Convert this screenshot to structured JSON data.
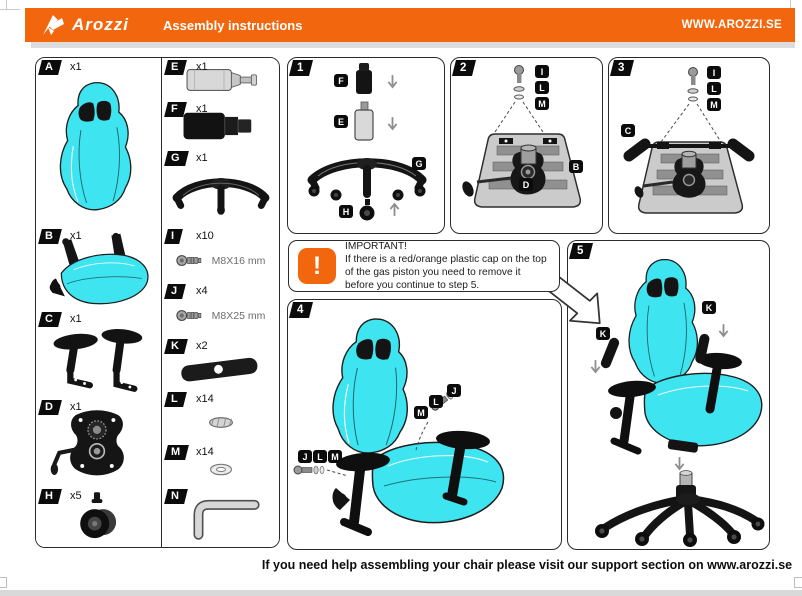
{
  "header": {
    "brand": "Arozzi",
    "title": "Assembly instructions",
    "website": "WWW.AROZZI.SE"
  },
  "colors": {
    "accent_orange": "#F2670E",
    "chair_cyan": "#3FE4F1"
  },
  "parts_left": [
    {
      "label": "A",
      "qty": "x1",
      "item": "backrest"
    },
    {
      "label": "B",
      "qty": "x1",
      "item": "seat"
    },
    {
      "label": "C",
      "qty": "x1",
      "item": "armrests"
    },
    {
      "label": "D",
      "qty": "x1",
      "item": "tilt-mechanism"
    },
    {
      "label": "H",
      "qty": "x5",
      "item": "caster-wheel"
    }
  ],
  "parts_right": [
    {
      "label": "E",
      "qty": "x1",
      "item": "gas-piston"
    },
    {
      "label": "F",
      "qty": "x1",
      "item": "piston-cover"
    },
    {
      "label": "G",
      "qty": "x1",
      "item": "base-frame"
    },
    {
      "label": "I",
      "qty": "x10",
      "spec": "M8X16 mm",
      "item": "screw"
    },
    {
      "label": "J",
      "qty": "x4",
      "spec": "M8X25 mm",
      "item": "screw"
    },
    {
      "label": "K",
      "qty": "x2",
      "item": "side-cover"
    },
    {
      "label": "L",
      "qty": "x14",
      "item": "spring-washer"
    },
    {
      "label": "M",
      "qty": "x14",
      "item": "flat-washer"
    },
    {
      "label": "N",
      "qty": "",
      "item": "allen-key"
    }
  ],
  "steps": {
    "s1": {
      "num": "1",
      "f": "F",
      "e": "E",
      "g": "G",
      "h": "H"
    },
    "s2": {
      "num": "2",
      "i": "I",
      "l": "L",
      "m": "M",
      "d": "D",
      "b": "B"
    },
    "s3": {
      "num": "3",
      "i": "I",
      "l": "L",
      "m": "M",
      "c": "C"
    },
    "s4": {
      "num": "4",
      "left": {
        "j": "J",
        "l": "L",
        "m": "M"
      },
      "right": {
        "m": "M",
        "l": "L",
        "j": "J"
      }
    },
    "s5": {
      "num": "5",
      "k_left": "K",
      "k_right": "K"
    }
  },
  "notice": {
    "icon_glyph": "!",
    "title": "IMPORTANT!",
    "body": "If there is a red/orange plastic cap on the top of the gas piston you need to remove it before you continue to step 5."
  },
  "footer": {
    "text": "If you need help assembling your chair please visit our support section on www.arozzi.se"
  }
}
